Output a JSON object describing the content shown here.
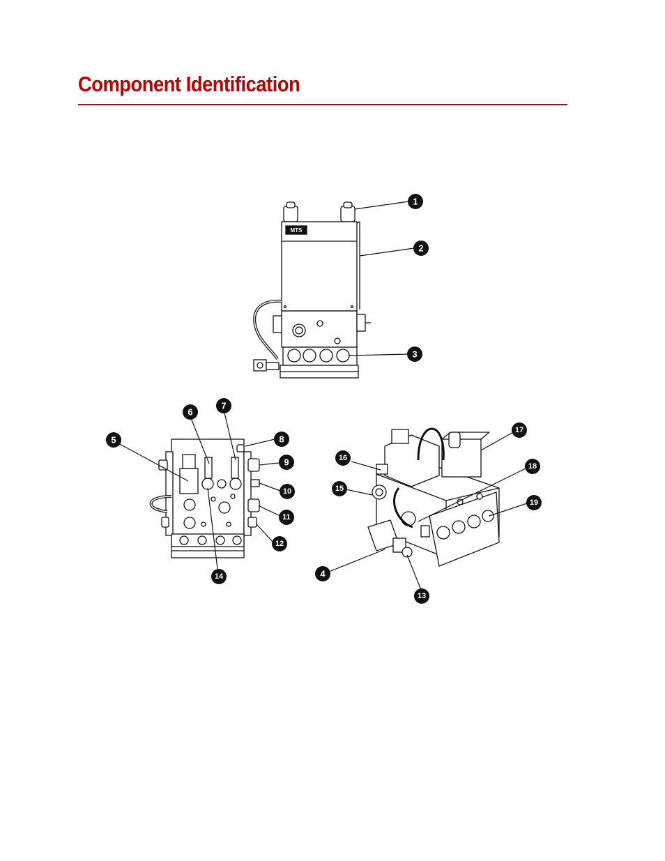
{
  "page": {
    "title": "Component Identification",
    "title_color": "#c00000",
    "rule_color": "#c00000"
  },
  "figure": {
    "logo_text": "MTS",
    "callouts": [
      "1",
      "2",
      "3",
      "4",
      "5",
      "6",
      "7",
      "8",
      "9",
      "10",
      "11",
      "12",
      "13",
      "14",
      "15",
      "16",
      "17",
      "18",
      "19"
    ]
  }
}
